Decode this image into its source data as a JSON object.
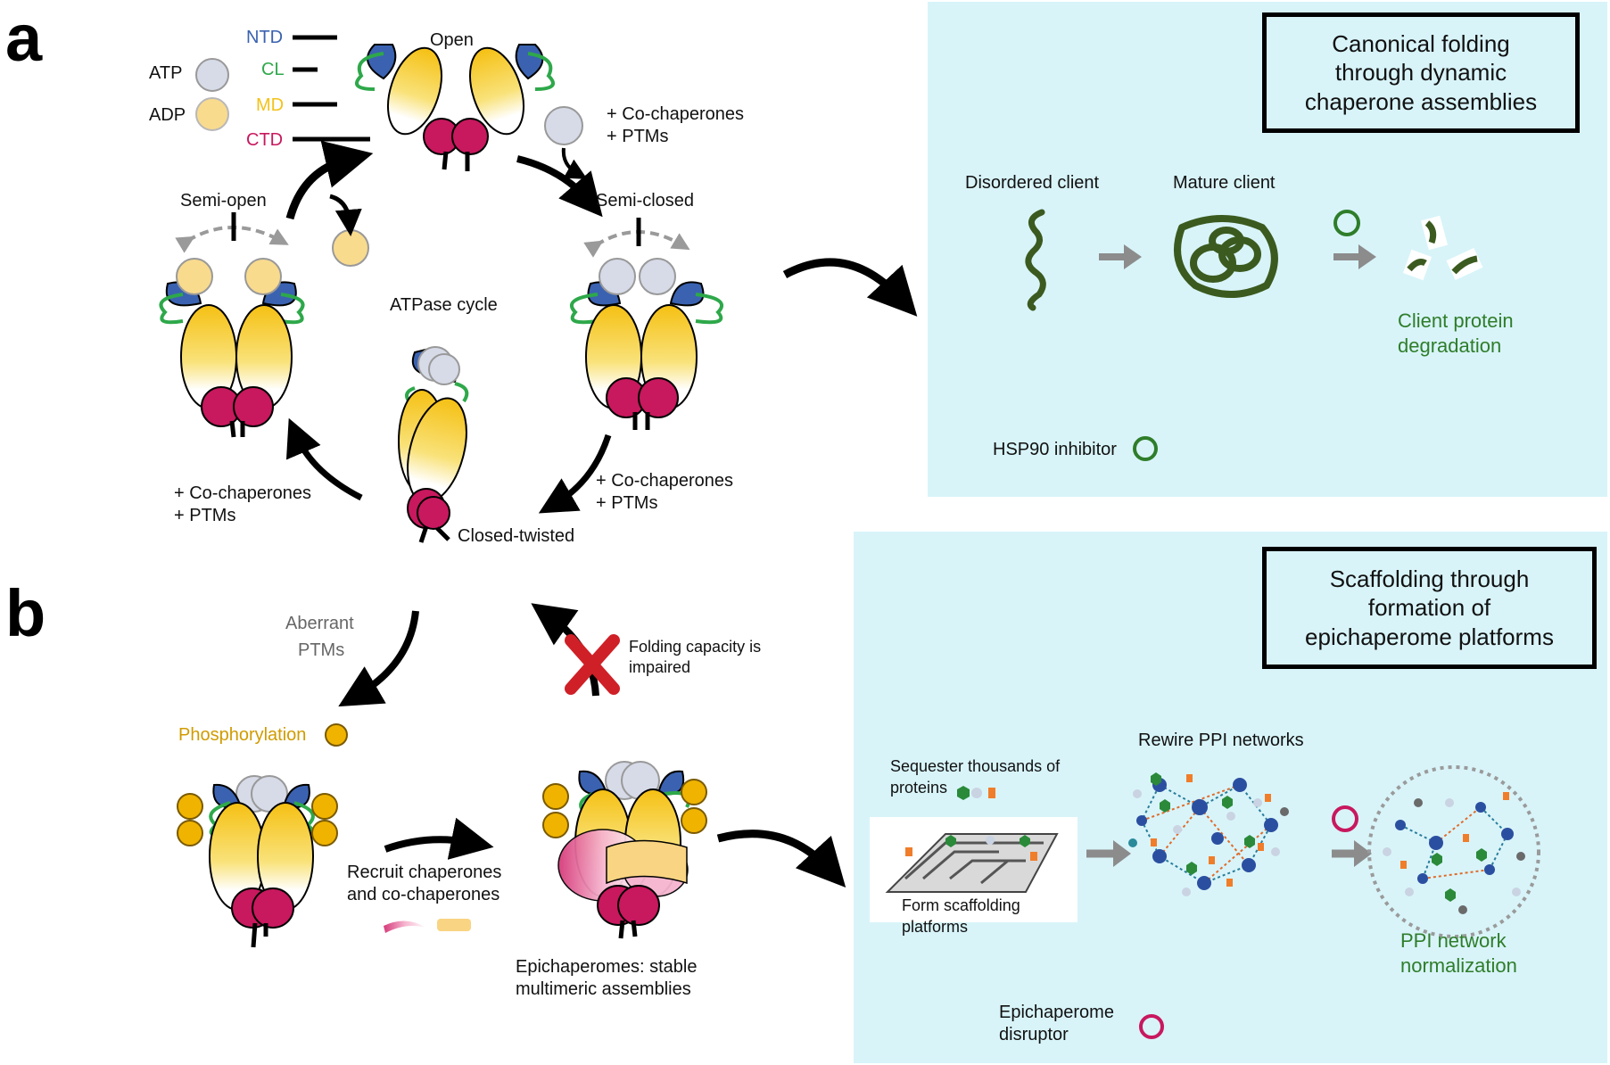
{
  "panels": {
    "a_letter": "a",
    "b_letter": "b"
  },
  "legend": {
    "atp": "ATP",
    "adp": "ADP",
    "ntd": "NTD",
    "cl": "CL",
    "md": "MD",
    "ctd": "CTD"
  },
  "cycle": {
    "open": "Open",
    "semi_open": "Semi-open",
    "semi_closed": "Semi-closed",
    "closed_twisted": "Closed-twisted",
    "atpase": "ATPase cycle",
    "cochap_top_1": "+  Co-chaperones",
    "cochap_top_2": "+  PTMs",
    "cochap_right_1": "+ Co-chaperones",
    "cochap_right_2": "+  PTMs",
    "cochap_left_1": "+ Co-chaperones",
    "cochap_left_2": "+  PTMs"
  },
  "box_a": {
    "title_l1": "Canonical folding",
    "title_l2": "through dynamic",
    "title_l3": "chaperone assemblies",
    "disordered": "Disordered client",
    "mature": "Mature client",
    "degradation_l1": "Client protein",
    "degradation_l2": "degradation",
    "inhibitor": "HSP90 inhibitor"
  },
  "panel_b": {
    "aberrant_l1": "Aberrant",
    "aberrant_l2": "PTMs",
    "folding_l1": "Folding capacity is",
    "folding_l2": "impaired",
    "phosphorylation": "Phosphorylation",
    "recruit_l1": "Recruit chaperones",
    "recruit_l2": "and co-chaperones",
    "epi_l1": "Epichaperomes: stable",
    "epi_l2": "multimeric assemblies"
  },
  "box_b": {
    "title_l1": "Scaffolding through",
    "title_l2": "formation of",
    "title_l3": "epichaperome platforms",
    "sequester_l1": "Sequester thousands of",
    "sequester_l2": "proteins",
    "form_l1": "Form scaffolding",
    "form_l2": "platforms",
    "rewire": "Rewire PPI networks",
    "normal_l1": "PPI network",
    "normal_l2": "normalization",
    "disruptor_l1": "Epichaperome",
    "disruptor_l2": "disruptor"
  },
  "colors": {
    "ntd": "#3a62b0",
    "cl": "#2ea84a",
    "md": "#f3c21a",
    "ctd": "#c8185e",
    "atp": "#d7dbe8",
    "adp": "#f9db8e",
    "panel_bg": "#d8f4f9",
    "client": "#3b5a1f",
    "inhibitor": "#2f7d2a",
    "disruptor": "#c8185e",
    "phospho": "#f0b400"
  }
}
